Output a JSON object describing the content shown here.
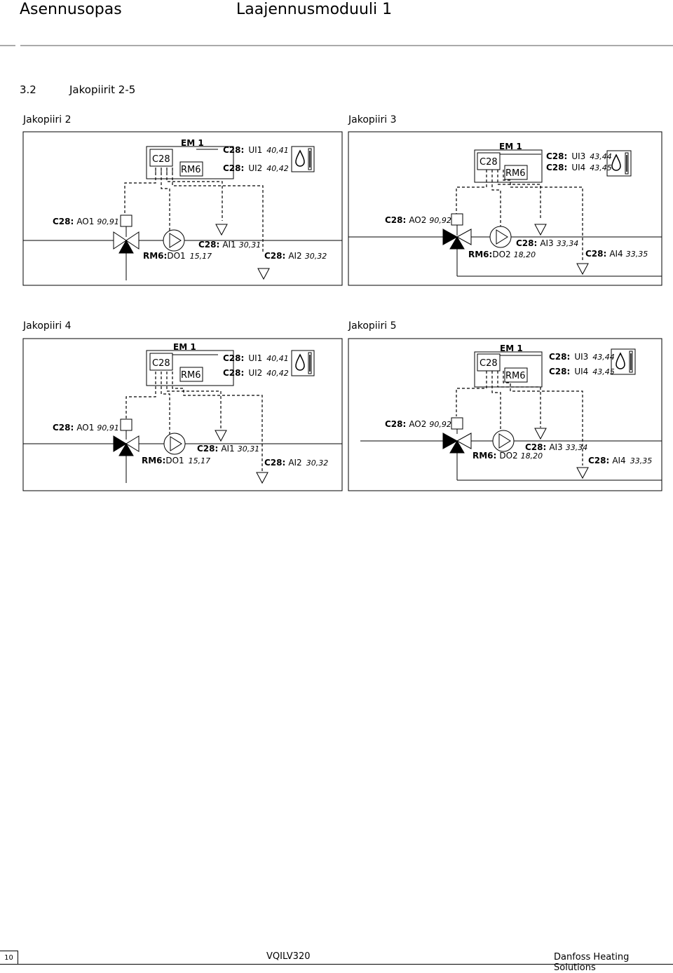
{
  "header": {
    "left_title": "Asennusopas",
    "right_title": "Laajennusmoduuli 1"
  },
  "section": {
    "number": "3.2",
    "title": "Jakopiirit 2-5"
  },
  "footer": {
    "page_number": "10",
    "doc_code": "VQILV320",
    "company": "Danfoss Heating Solutions"
  },
  "diagrams": [
    {
      "title": "Jakopiiri 2",
      "em_label": "EM 1",
      "c28_box": "C28",
      "rm6_box": "RM6",
      "sensor_line1": {
        "bold": "C28:",
        "name": "UI1",
        "num": "40,41"
      },
      "sensor_line2": {
        "bold": "C28:",
        "name": "UI2",
        "num": "40,42"
      },
      "valve": {
        "bold": "C28:",
        "name": "AO1",
        "num": "90,91"
      },
      "pump": {
        "bold": "RM6:",
        "name": "DO1",
        "num": "15,17"
      },
      "temp1": {
        "bold": "C28:",
        "name": "AI1",
        "num": "30,31"
      },
      "temp2": {
        "bold": "C28:",
        "name": "AI2",
        "num": "30,32"
      }
    },
    {
      "title": "Jakopiiri 3",
      "em_label": "EM 1",
      "c28_box": "C28",
      "rm6_box": "RM6",
      "sensor_line1": {
        "bold": "C28:",
        "name": "UI3",
        "num": "43,44"
      },
      "sensor_line2": {
        "bold": "C28:",
        "name": "UI4",
        "num": "43,45"
      },
      "valve": {
        "bold": "C28:",
        "name": "AO2",
        "num": "90,92"
      },
      "pump": {
        "bold": "RM6:",
        "name": "DO2",
        "num": "18,20"
      },
      "temp1": {
        "bold": "C28:",
        "name": "AI3",
        "num": "33,34"
      },
      "temp2": {
        "bold": "C28:",
        "name": "AI4",
        "num": "33,35"
      }
    },
    {
      "title": "Jakopiiri 4",
      "em_label": "EM 1",
      "c28_box": "C28",
      "rm6_box": "RM6",
      "sensor_line1": {
        "bold": "C28:",
        "name": "UI1",
        "num": "40,41"
      },
      "sensor_line2": {
        "bold": "C28:",
        "name": "UI2",
        "num": "40,42"
      },
      "valve": {
        "bold": "C28:",
        "name": "AO1",
        "num": "90,91"
      },
      "pump": {
        "bold": "RM6:",
        "name": "DO1",
        "num": "15,17"
      },
      "temp1": {
        "bold": "C28:",
        "name": "AI1",
        "num": "30,31"
      },
      "temp2": {
        "bold": "C28:",
        "name": "AI2",
        "num": "30,32"
      }
    },
    {
      "title": "Jakopiiri 5",
      "em_label": "EM 1",
      "c28_box": "C28",
      "rm6_box": "RM6",
      "sensor_line1": {
        "bold": "C28:",
        "name": "UI3",
        "num": "43,44"
      },
      "sensor_line2": {
        "bold": "C28:",
        "name": "UI4",
        "num": "43,45"
      },
      "valve": {
        "bold": "C28:",
        "name": "AO2",
        "num": "90,92"
      },
      "pump": {
        "bold": "RM6:",
        "name": "DO2",
        "num": "18,20"
      },
      "temp1": {
        "bold": "C28:",
        "name": "AI3",
        "num": "33,34"
      },
      "temp2": {
        "bold": "C28:",
        "name": "AI4",
        "num": "33,35"
      }
    }
  ]
}
